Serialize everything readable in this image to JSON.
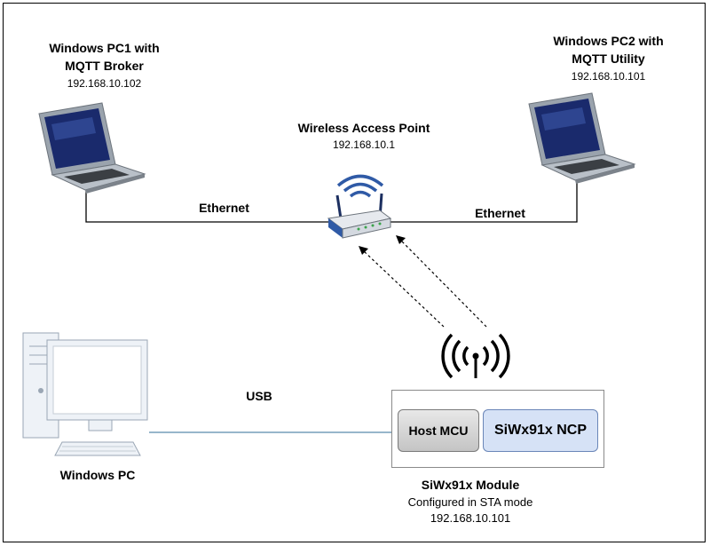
{
  "nodes": {
    "pc1": {
      "title_line1": "Windows PC1 with",
      "title_line2": "MQTT Broker",
      "ip": "192.168.10.102"
    },
    "pc2": {
      "title_line1": "Windows PC2 with",
      "title_line2": "MQTT Utility",
      "ip": "192.168.10.101"
    },
    "access_point": {
      "title": "Wireless Access Point",
      "ip": "192.168.10.1"
    },
    "desktop_pc": {
      "title": "Windows PC"
    },
    "module": {
      "host_label": "Host MCU",
      "ncp_label": "SiWx91x NCP",
      "title": "SiWx91x Module",
      "mode": "Configured in STA mode",
      "ip": "192.168.10.101"
    }
  },
  "links": {
    "left_ethernet": "Ethernet",
    "right_ethernet": "Ethernet",
    "usb": "USB"
  },
  "colors": {
    "laptop_body": "#8f98a3",
    "laptop_screen": "#1a2a6c",
    "router_blue": "#2f5aa6",
    "ncp_fill": "#d6e2f6",
    "usb_line": "#2f6e97"
  }
}
